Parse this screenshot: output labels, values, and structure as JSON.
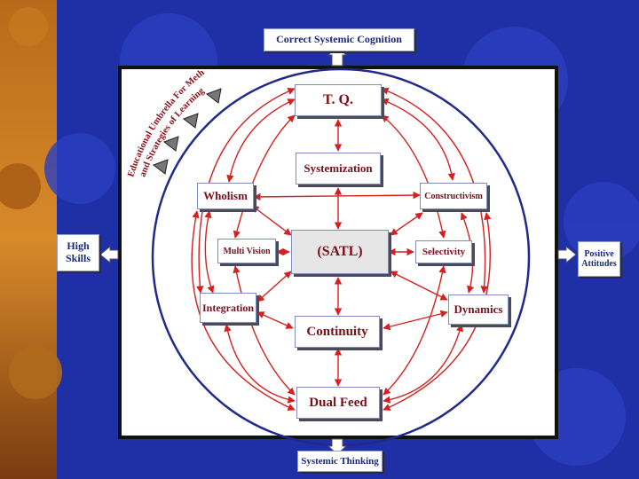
{
  "diagram": {
    "umbrella_line1": "Educational Umbrella For Methods",
    "umbrella_line2": "and Strategies of Learning",
    "nodes": {
      "tq": "T. Q.",
      "systemization": "Systemization",
      "wholism": "Wholism",
      "constructivism": "Constructivism",
      "multi_vision": "Multi Vision",
      "satl": "(SATL)",
      "selectivity": "Selectivity",
      "integration": "Integration",
      "dynamics": "Dynamics",
      "continuity": "Continuity",
      "dual_feed": "Dual Feed"
    },
    "outputs": {
      "top": "Correct Systemic Cognition",
      "bottom": "Systemic Thinking",
      "left_line1": "High",
      "left_line2": "Skills",
      "right_line1": "Positive",
      "right_line2": "Attitudes"
    }
  },
  "colors": {
    "background": "#1f2fa6",
    "arrow": "#d42020",
    "circle": "#1f2a8a",
    "node_text": "#7a0f1a",
    "output_text": "#1a2a7a"
  }
}
